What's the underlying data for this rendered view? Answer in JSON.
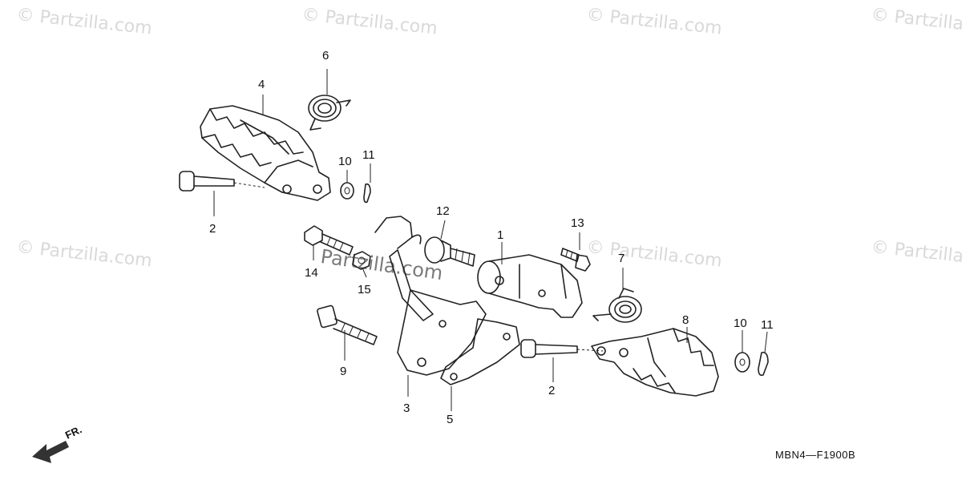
{
  "watermark": "© Partzilla.com",
  "center_watermark": "Partzilla.com",
  "diagram_code": "MBN4—F1900B",
  "direction_label": "FR.",
  "callouts": {
    "c1": "1",
    "c2a": "2",
    "c2b": "2",
    "c3": "3",
    "c4": "4",
    "c5": "5",
    "c6": "6",
    "c7": "7",
    "c8": "8",
    "c9": "9",
    "c10a": "10",
    "c10b": "10",
    "c11a": "11",
    "c11b": "11",
    "c12": "12",
    "c13": "13",
    "c14": "14",
    "c15": "15"
  }
}
